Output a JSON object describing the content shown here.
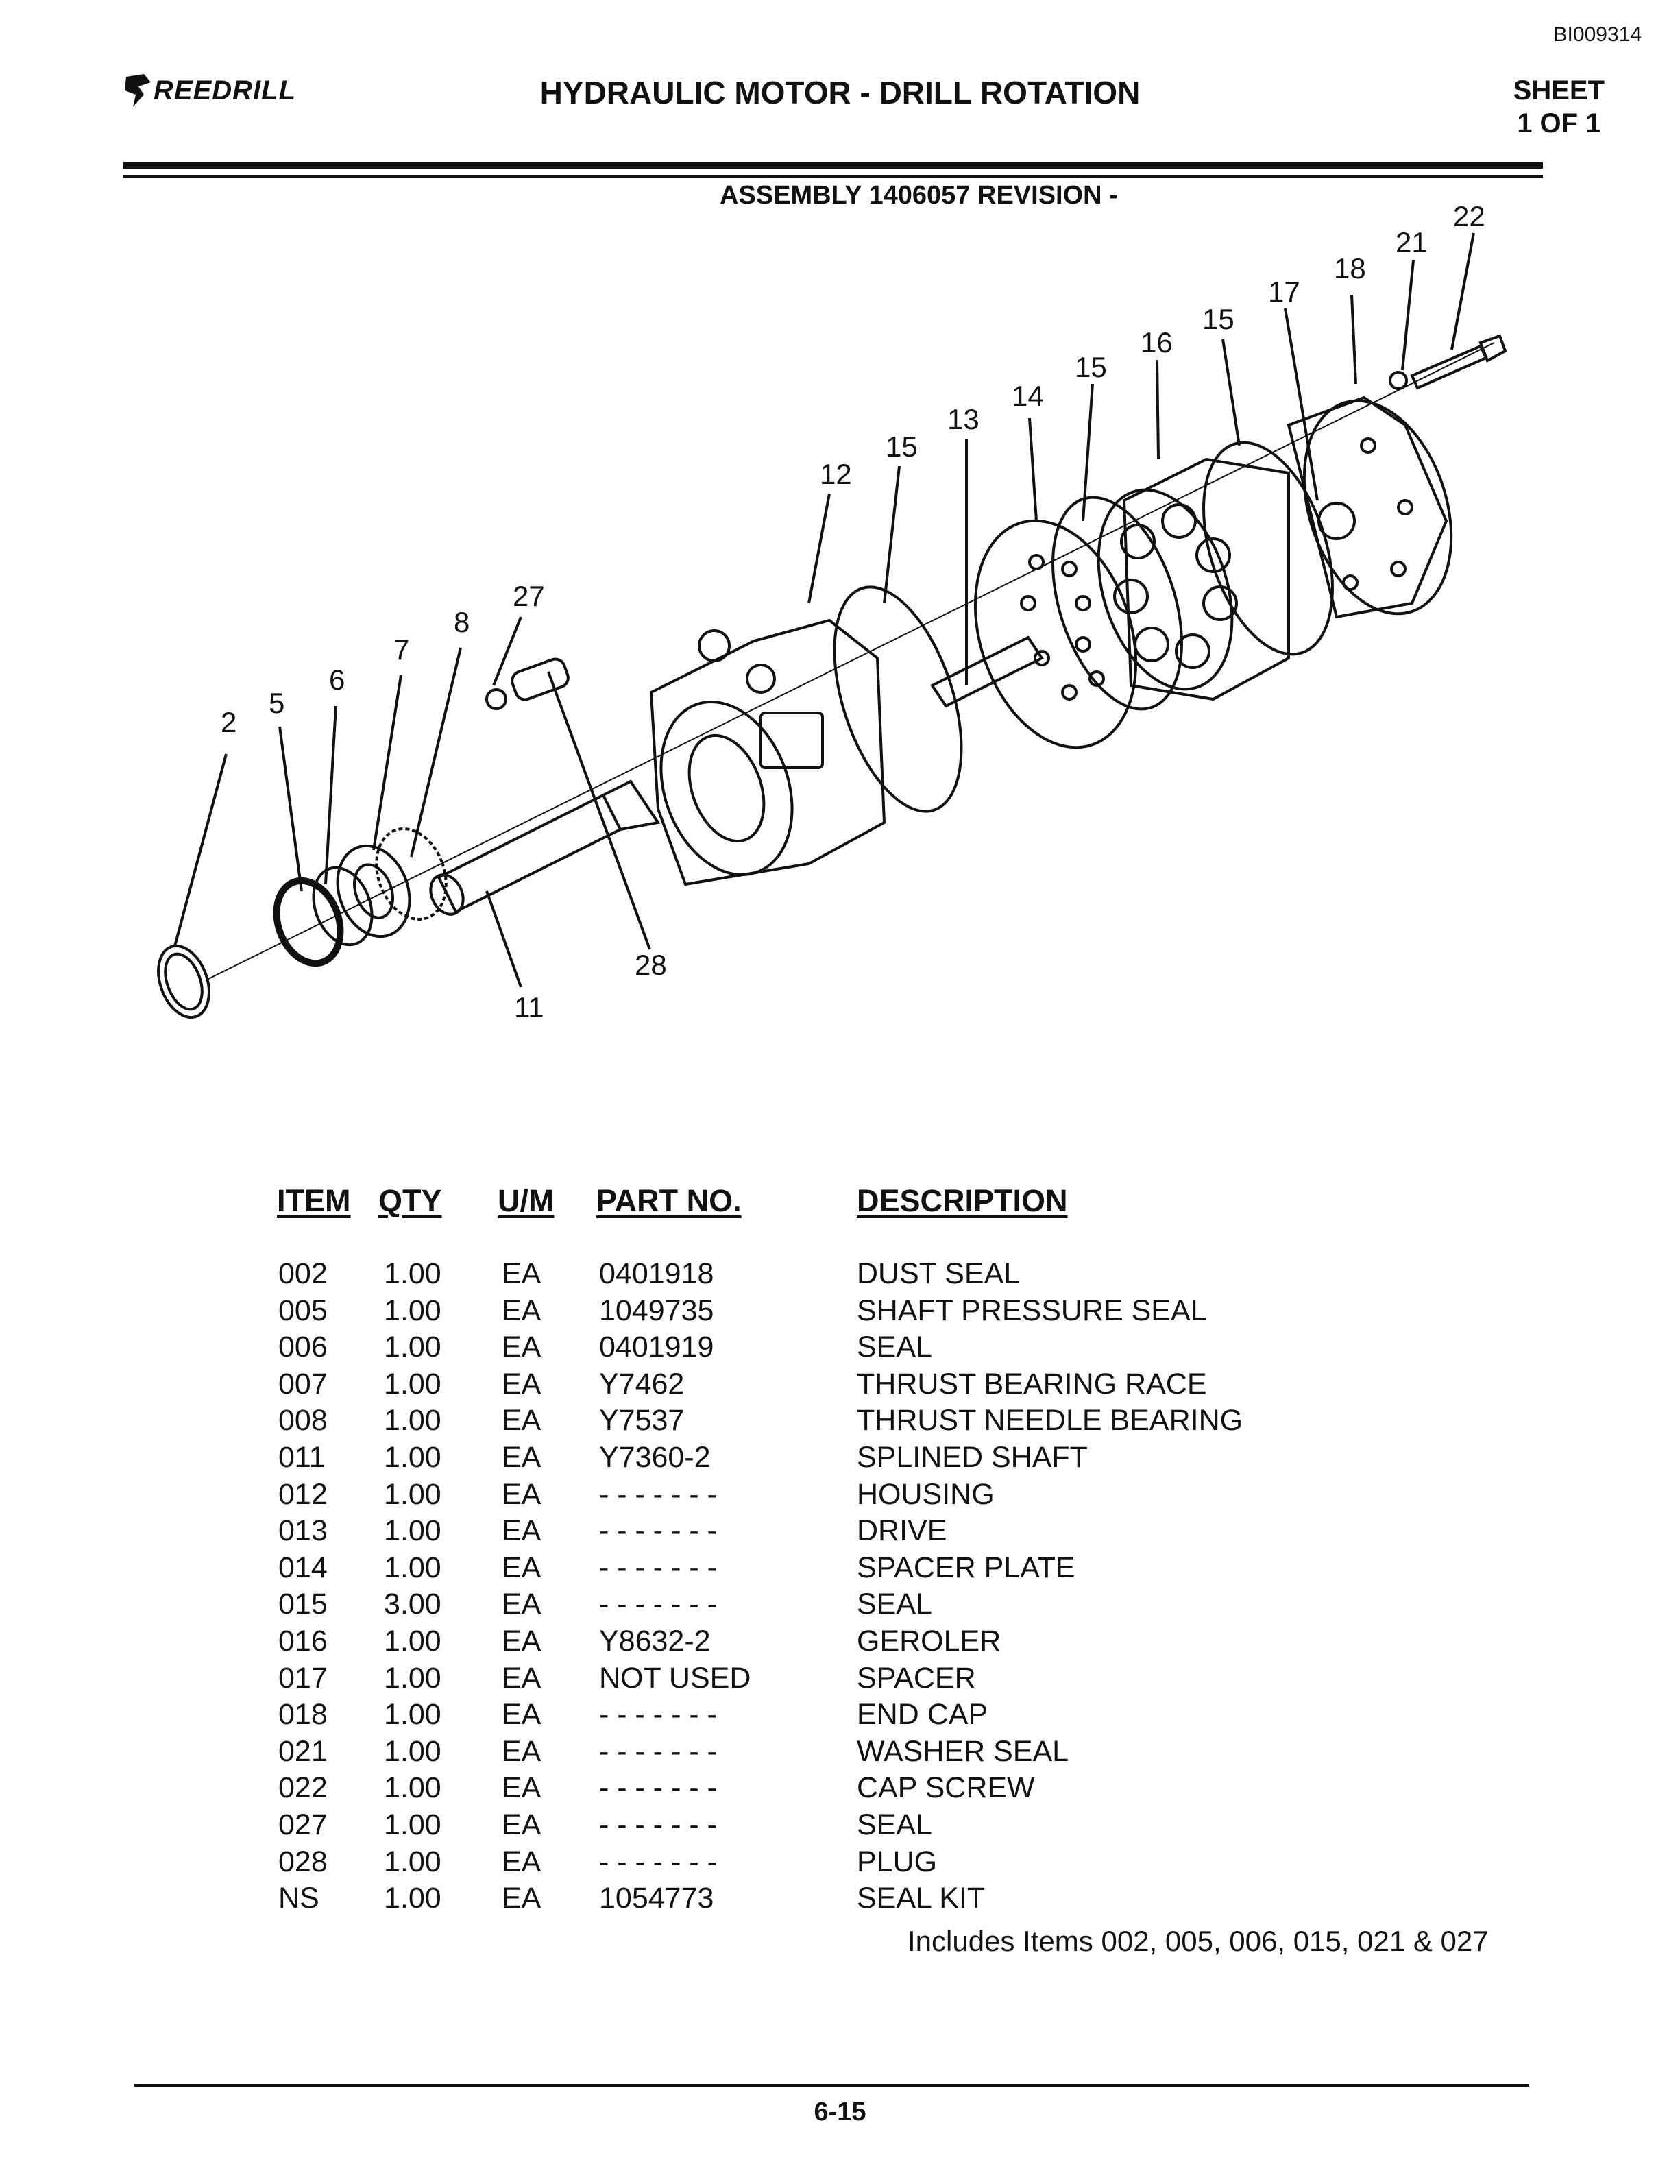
{
  "doc_id": "BI009314",
  "logo": {
    "text": "REEDRILL",
    "icon": "drill-bit-logo-icon"
  },
  "title": "HYDRAULIC MOTOR - DRILL ROTATION",
  "sheet": {
    "line1": "SHEET",
    "line2": "1 OF 1"
  },
  "assembly": "ASSEMBLY 1406057 REVISION -",
  "diagram": {
    "callouts": [
      "2",
      "5",
      "6",
      "7",
      "8",
      "27",
      "28",
      "11",
      "12",
      "15",
      "13",
      "14",
      "15",
      "16",
      "15",
      "17",
      "18",
      "21",
      "22"
    ]
  },
  "parts_table": {
    "headers": {
      "item": "ITEM",
      "qty": "QTY",
      "um": "U/M",
      "part": "PART NO.",
      "desc": "DESCRIPTION"
    },
    "rows": [
      {
        "item": "002",
        "qty": "1.00",
        "um": "EA",
        "part": "0401918",
        "desc": "DUST SEAL"
      },
      {
        "item": "005",
        "qty": "1.00",
        "um": "EA",
        "part": "1049735",
        "desc": "SHAFT PRESSURE SEAL"
      },
      {
        "item": "006",
        "qty": "1.00",
        "um": "EA",
        "part": "0401919",
        "desc": "SEAL"
      },
      {
        "item": "007",
        "qty": "1.00",
        "um": "EA",
        "part": "Y7462",
        "desc": "THRUST BEARING RACE"
      },
      {
        "item": "008",
        "qty": "1.00",
        "um": "EA",
        "part": "Y7537",
        "desc": "THRUST NEEDLE BEARING"
      },
      {
        "item": "011",
        "qty": "1.00",
        "um": "EA",
        "part": "Y7360-2",
        "desc": "SPLINED SHAFT"
      },
      {
        "item": "012",
        "qty": "1.00",
        "um": "EA",
        "part": "- - - - - - -",
        "desc": "HOUSING"
      },
      {
        "item": "013",
        "qty": "1.00",
        "um": "EA",
        "part": "- - - - - - -",
        "desc": "DRIVE"
      },
      {
        "item": "014",
        "qty": "1.00",
        "um": "EA",
        "part": "- - - - - - -",
        "desc": "SPACER PLATE"
      },
      {
        "item": "015",
        "qty": "3.00",
        "um": "EA",
        "part": "- - - - - - -",
        "desc": "SEAL"
      },
      {
        "item": "016",
        "qty": "1.00",
        "um": "EA",
        "part": "Y8632-2",
        "desc": "GEROLER"
      },
      {
        "item": "017",
        "qty": "1.00",
        "um": "EA",
        "part": "NOT USED",
        "desc": "SPACER"
      },
      {
        "item": "018",
        "qty": "1.00",
        "um": "EA",
        "part": "- - - - - - -",
        "desc": "END CAP"
      },
      {
        "item": "021",
        "qty": "1.00",
        "um": "EA",
        "part": "- - - - - - -",
        "desc": "WASHER SEAL"
      },
      {
        "item": "022",
        "qty": "1.00",
        "um": "EA",
        "part": "- - - - - - -",
        "desc": "CAP SCREW"
      },
      {
        "item": "027",
        "qty": "1.00",
        "um": "EA",
        "part": "- - - - - - -",
        "desc": "SEAL"
      },
      {
        "item": "028",
        "qty": "1.00",
        "um": "EA",
        "part": "- - - - - - -",
        "desc": "PLUG"
      },
      {
        "item": "NS",
        "qty": "1.00",
        "um": "EA",
        "part": "1054773",
        "desc": "SEAL KIT"
      }
    ],
    "note": "Includes Items 002, 005, 006, 015, 021 & 027"
  },
  "page_number": "6-15"
}
